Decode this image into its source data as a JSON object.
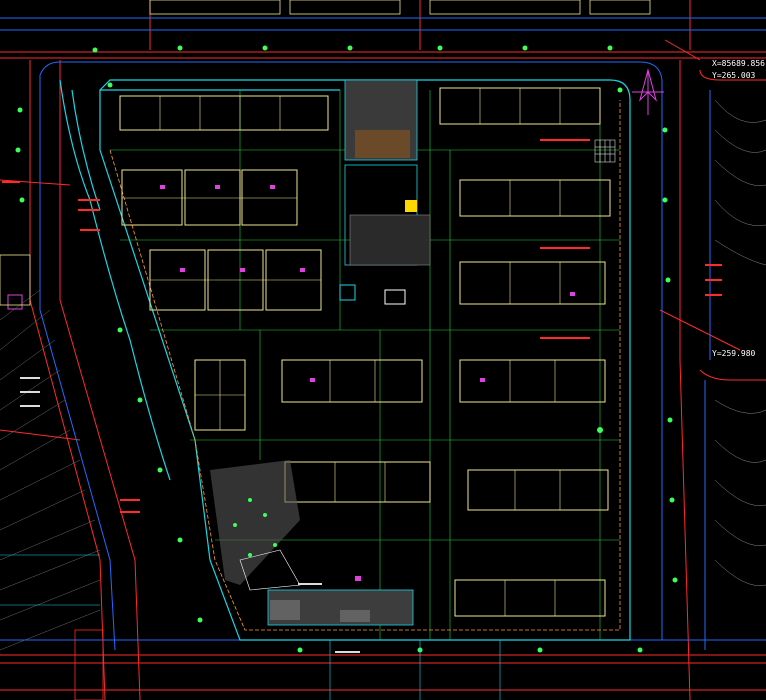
{
  "drawing": {
    "background": "#000000",
    "colors": {
      "road_red": "#ff2a2a",
      "boundary_cyan": "#19d6e6",
      "road_blue": "#1f6bff",
      "building_yellow": "#f0e68c",
      "grid_green": "#22d63a",
      "tree_green": "#3cff5a",
      "magenta": "#e040e0",
      "white": "#ffffff",
      "gray_hatch": "#8a8a8a",
      "orange": "#ffa020"
    },
    "coordinate_labels": {
      "top_right_x": "X=85689.856",
      "top_right_y": "Y=265.003",
      "right_mid": "Y=259.980"
    },
    "north_arrow": "north-arrow-icon"
  }
}
